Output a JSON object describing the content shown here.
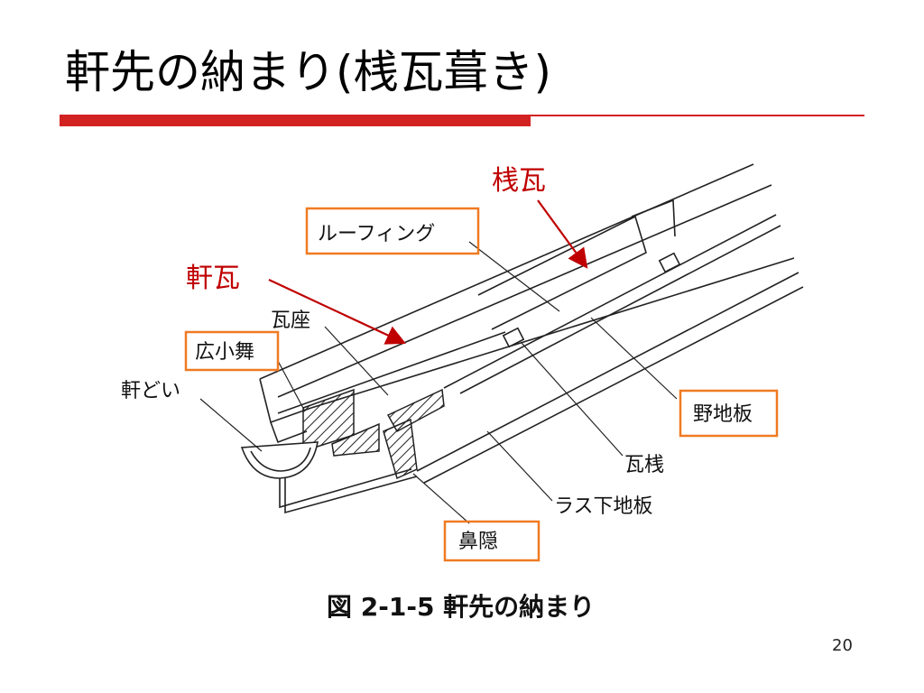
{
  "slide": {
    "title": "軒先の納まり(桟瓦葺き)",
    "page_number": "20",
    "accent_color": "#d32222",
    "box_color": "#f07a22",
    "callout_color": "#c00000"
  },
  "labels": {
    "sangawara": "桟瓦",
    "nokigawara": "軒瓦",
    "roofing": "ルーフィング",
    "kawaraza": "瓦座",
    "hirokomai": "広小舞",
    "nokidoi": "軒どい",
    "nojiita": "野地板",
    "kawarasan": "瓦桟",
    "rasushitajiita": "ラス下地板",
    "hanakakushi": "鼻隠"
  },
  "caption": "図 2-1-5 軒先の納まり"
}
